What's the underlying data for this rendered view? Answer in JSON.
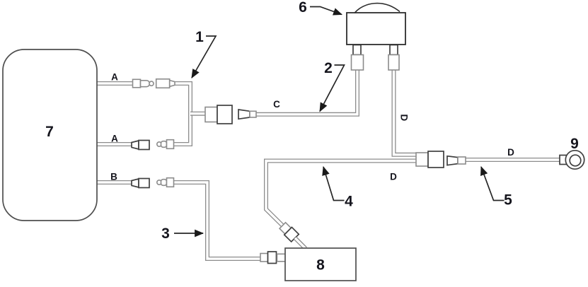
{
  "diagram": {
    "callouts": {
      "c1": "1",
      "c2": "2",
      "c3": "3",
      "c4": "4",
      "c5": "5",
      "c6": "6",
      "c7": "7",
      "c8": "8",
      "c9": "9"
    },
    "wire_labels": {
      "a_top": "A",
      "a_mid": "A",
      "b": "B",
      "c": "C",
      "d_switch": "D",
      "d_junction": "D",
      "d_ground": "D"
    },
    "colors": {
      "label": "#15151d",
      "outline": "#3f3f3f",
      "wire": "#8c8c8c",
      "background": "#ffffff"
    }
  }
}
